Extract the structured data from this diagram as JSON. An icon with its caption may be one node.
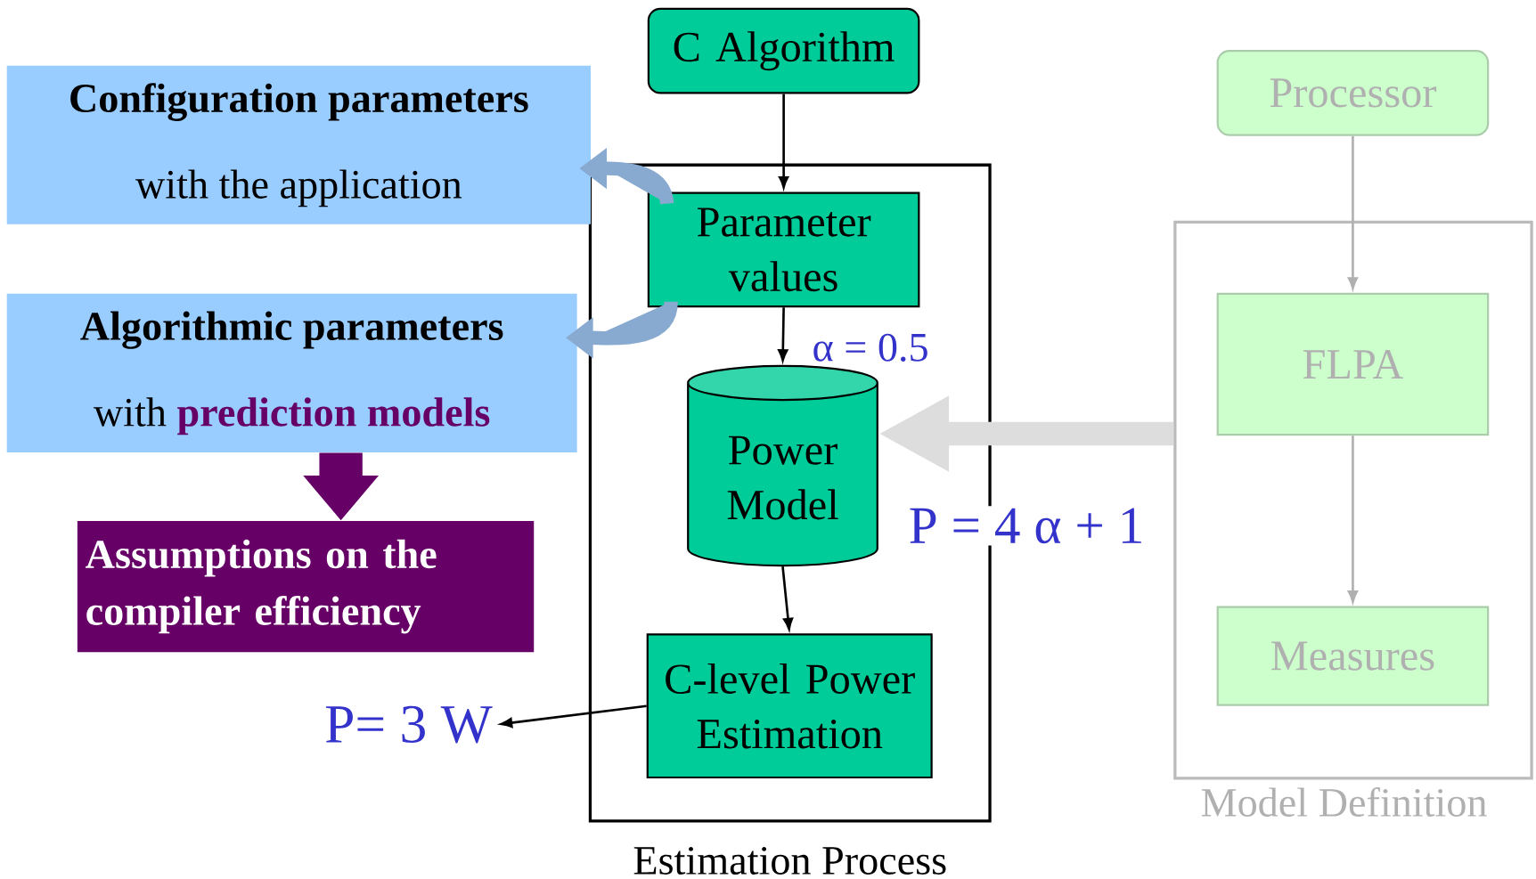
{
  "diagram": {
    "nodes": [
      {
        "text": [
          "Estimation Process"
        ]
      },
      {
        "text": [
          "C Algorithm"
        ]
      },
      {
        "text": [
          "Parameter values"
        ],
        "in": 0
      },
      {
        "text": [
          "Power Model"
        ],
        "in": 0
      },
      {
        "text": [
          "C-level Power Estimation"
        ],
        "in": 0
      },
      {
        "text": [
          "Model Definition"
        ]
      },
      {
        "text": [
          "Processor"
        ]
      },
      {
        "text": [
          "FLPA"
        ],
        "in": 5
      },
      {
        "text": [
          "Measures"
        ],
        "in": 5
      },
      {
        "text": [
          "Configuration parameters",
          "with the application"
        ]
      },
      {
        "text": [
          "Algorithmic parameters",
          "with **prediction models**"
        ]
      },
      {
        "text": [
          "P= 3 W"
        ]
      },
      {
        "text": [
          "Assumptions on the compiler efficiency"
        ]
      }
    ],
    "edges": [
      {
        "from": 1,
        "to": 2,
        "arrow": "to"
      },
      {
        "from": 2,
        "to": 3,
        "arrow": "to"
      },
      {
        "from": 3,
        "to": 4,
        "arrow": "to"
      },
      {
        "from": 4,
        "to": 11,
        "arrow": "to"
      },
      {
        "from": 6,
        "to": 7,
        "arrow": "to",
        "color": "#b0b0b0"
      },
      {
        "from": 7,
        "to": 8,
        "arrow": "to",
        "color": "#b0b0b0"
      },
      {
        "from": 5,
        "to": 3,
        "arrow": "to",
        "style": "thick",
        "color": "#dddddd"
      },
      {
        "from": 10,
        "to": 12,
        "arrow": "to",
        "style": "thick",
        "color": "#660066"
      },
      {
        "from": 2,
        "to": 9,
        "arrow": "to",
        "style": "thick",
        "color": "#88aad0"
      },
      {
        "from": 2,
        "to": 10,
        "arrow": "to",
        "style": "thick",
        "color": "#88aad0"
      }
    ],
    "labels": [
      "α = 0.5",
      "P = 4 α + 1"
    ]
  }
}
